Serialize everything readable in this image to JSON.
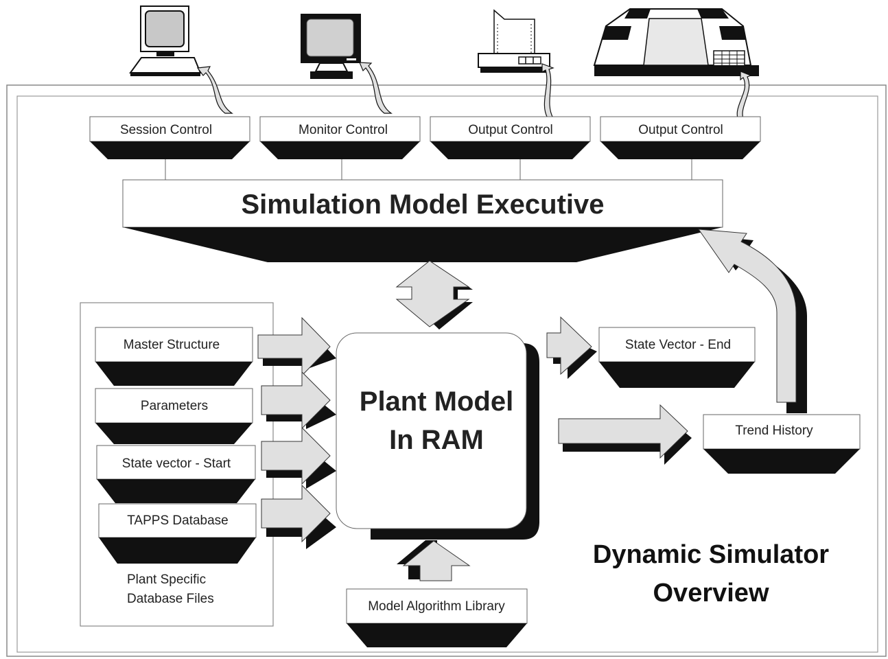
{
  "main_title": "Simulation Model Executive",
  "top_controls": [
    {
      "label": "Session Control",
      "device_icon": "terminal-icon"
    },
    {
      "label": "Monitor Control",
      "device_icon": "monitor-icon"
    },
    {
      "label": "Output Control",
      "device_icon": "printer-icon"
    },
    {
      "label": "Output Control",
      "device_icon": "plotter-icon"
    }
  ],
  "inputs": [
    {
      "label": "Master Structure"
    },
    {
      "label": "Parameters"
    },
    {
      "label": "State vector - Start"
    },
    {
      "label": "TAPPS Database"
    }
  ],
  "inputs_caption_line1": "Plant Specific",
  "inputs_caption_line2": "Database Files",
  "core_line1": "Plant Model",
  "core_line2": "In RAM",
  "state_vector_end": "State Vector - End",
  "trend_history": "Trend History",
  "algorithm_library": "Model Algorithm Library",
  "footer_title_line1": "Dynamic Simulator",
  "footer_title_line2": "Overview"
}
